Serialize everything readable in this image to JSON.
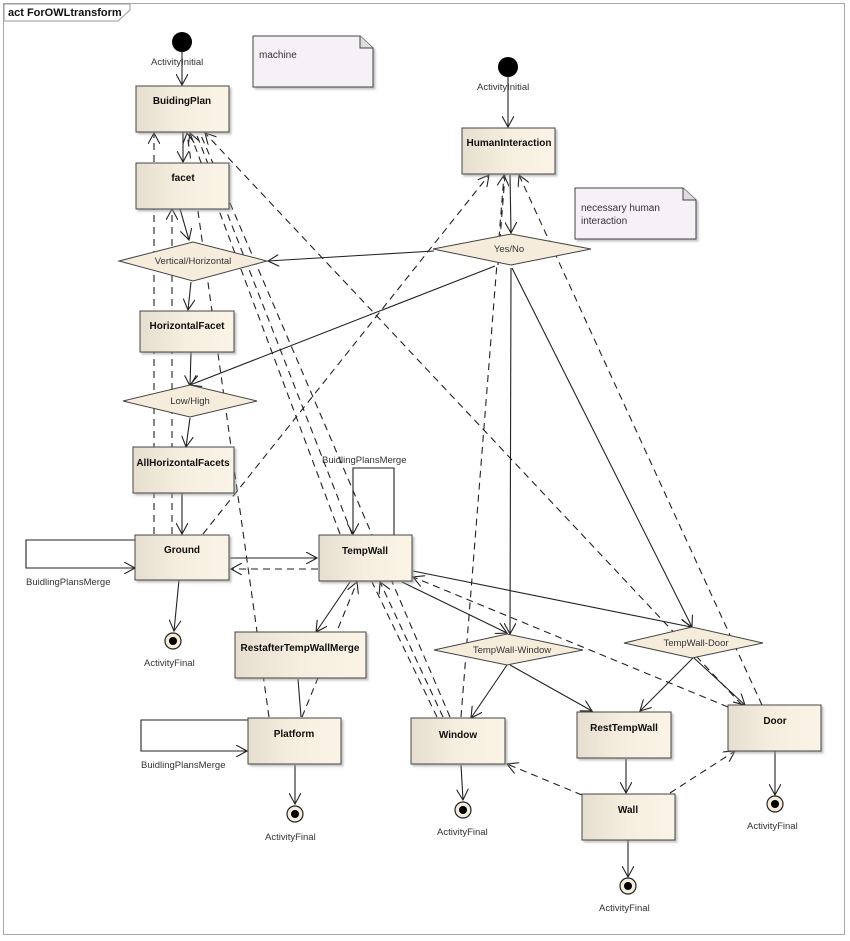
{
  "diagram": {
    "frame_title": "act ForOWLtransform",
    "colors": {
      "action_fill_start": "#e8e0d0",
      "action_fill_end": "#fbf3e4",
      "decision_fill": "#f6ecdb",
      "note_fill": "#f5f1f7",
      "stroke": "#333333",
      "initial": "#000000"
    },
    "notes": [
      {
        "id": "note-machine",
        "text": "machine"
      },
      {
        "id": "note-human",
        "line1": "necessary human",
        "line2": "interaction"
      }
    ],
    "initials": [
      {
        "id": "initial-1",
        "label": "ActivityInitial"
      },
      {
        "id": "initial-2",
        "label": "ActivityInitial"
      }
    ],
    "actions": {
      "buidingplan": "BuidingPlan",
      "facet": "facet",
      "horizontalfacet": "HorizontalFacet",
      "allhorizontalfacets": "AllHorizontalFacets",
      "ground": "Ground",
      "tempwall": "TempWall",
      "restaftertempwallmerge": "RestafterTempWallMerge",
      "platform": "Platform",
      "window": "Window",
      "resttempwall": "RestTempWall",
      "wall": "Wall",
      "door": "Door",
      "humaninteraction": "HumanInteraction"
    },
    "decisions": {
      "vertical_horizontal": "Vertical/Horizontal",
      "low_high": "Low/High",
      "yes_no": "Yes/No",
      "tempwall_window": "TempWall-Window",
      "tempwall_door": "TempWall-Door"
    },
    "self_loops": {
      "ground": "BuidlingPlansMerge",
      "tempwall": "BuidlingPlansMerge",
      "platform": "BuidlingPlansMerge"
    },
    "finals": {
      "ground": "ActivityFinal",
      "platform": "ActivityFinal",
      "window": "ActivityFinal",
      "wall": "ActivityFinal",
      "door": "ActivityFinal"
    }
  }
}
